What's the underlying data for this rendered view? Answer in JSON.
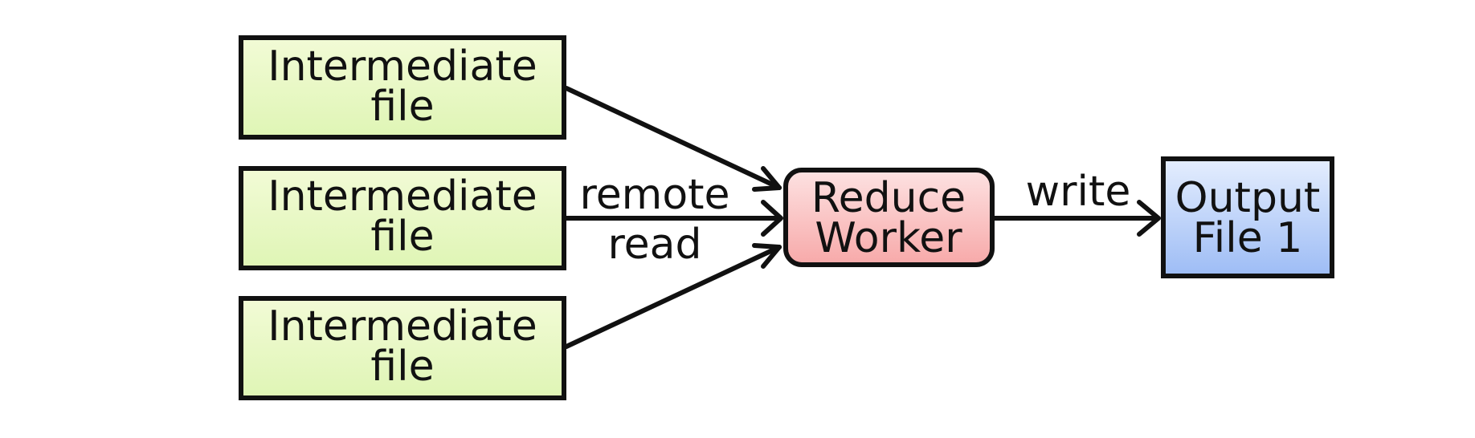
{
  "nodes": {
    "intermediate_1": {
      "line1": "Intermediate",
      "line2": "file"
    },
    "intermediate_2": {
      "line1": "Intermediate",
      "line2": "file"
    },
    "intermediate_3": {
      "line1": "Intermediate",
      "line2": "file"
    },
    "reduce_worker": {
      "line1": "Reduce",
      "line2": "Worker"
    },
    "output_file": {
      "line1": "Output",
      "line2": "File 1"
    }
  },
  "edges": {
    "remote_read": {
      "line1": "remote",
      "line2": "read"
    },
    "write": {
      "label": "write"
    }
  },
  "colors": {
    "intermediate_top": "#f2fbd6",
    "intermediate_bottom": "#dff5b5",
    "reduce_top": "#fde2e2",
    "reduce_bottom": "#f7a9a9",
    "output_top": "#e5eefe",
    "output_bottom": "#9dbcf5",
    "stroke": "#111111"
  }
}
